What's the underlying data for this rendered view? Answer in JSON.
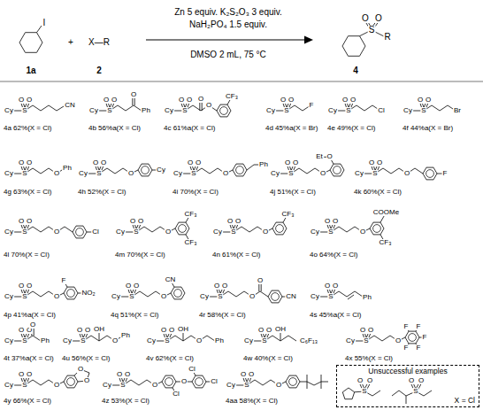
{
  "diagram": {
    "nodes": [
      {
        "text": [
          "Unsuccessful examples",
          "X = Cl"
        ]
      }
    ],
    "labels": [
      "I",
      "1a",
      "+",
      "X—R",
      "2",
      "Zn 5 equiv. K₂S₂O₃ 3 equiv.",
      "NaH₂PO₄ 1.5 equiv.",
      "DMSO 2 mL, 75 °C",
      "S",
      "O",
      "O",
      "R",
      "4",
      "Cy",
      "S",
      "O",
      "O",
      "CN",
      "4a 62%(X = Cl)",
      "Cy",
      "S",
      "O",
      "O",
      "O",
      "Ph",
      "4b 56%a(X = Cl)",
      "Cy",
      "S",
      "O",
      "O",
      "O",
      "O",
      "CF₃",
      "4c 61%a(X = Cl)",
      "Cy",
      "S",
      "O",
      "O",
      "F",
      "4d 45%a(X = Br)",
      "Cy",
      "S",
      "O",
      "O",
      "Cl",
      "4e 49%(X = Cl)",
      "Cy",
      "S",
      "O",
      "O",
      "Br",
      "4f 44%a(X = Br)",
      "Cy",
      "S",
      "O",
      "O",
      "O",
      "Ph",
      "4g 63%(X = Cl)",
      "Cy",
      "S",
      "O",
      "O",
      "O",
      "Cy",
      "4h 52%(X = Cl)",
      "Cy",
      "S",
      "O",
      "O",
      "O",
      "Ph",
      "4i 70%(X = Cl)",
      "Cy",
      "S",
      "O",
      "O",
      "O",
      "Et",
      "O",
      "4j 51%(X = Cl)",
      "Cy",
      "S",
      "O",
      "O",
      "O",
      "F",
      "4k 60%(X = Cl)",
      "Cy",
      "S",
      "O",
      "O",
      "O",
      "Cl",
      "4l 70%(X = Cl)",
      "Cy",
      "S",
      "O",
      "O",
      "O",
      "CF₃",
      "CF₃",
      "4m 70%(X = Cl)",
      "Cy",
      "S",
      "O",
      "O",
      "O",
      "CF₃",
      "4n 61%(X = Cl)",
      "Cy",
      "S",
      "O",
      "O",
      "O",
      "COOMe",
      "CF₃",
      "4o 64%(X = Cl)",
      "Cy",
      "S",
      "O",
      "O",
      "O",
      "F",
      "NO₂",
      "4p 41%a(X = Cl)",
      "Cy",
      "S",
      "O",
      "O",
      "O",
      "CN",
      "4q 51%(X = Cl)",
      "Cy",
      "S",
      "O",
      "O",
      "O",
      "O",
      "CN",
      "4r 58%(X = Cl)",
      "Cy",
      "S",
      "O",
      "O",
      "Ph",
      "4s 45%a(X = Cl)",
      "Cy",
      "S",
      "O",
      "O",
      "O",
      "Ph",
      "4t 37%a(X = Cl)",
      "Cy",
      "S",
      "O",
      "O",
      "OH",
      "O",
      "Ph",
      "4u 56%(X = Cl)",
      "Cy",
      "S",
      "O",
      "O",
      "OH",
      "O",
      "Ph",
      "4v 62%(X = Cl)",
      "Cy",
      "S",
      "O",
      "O",
      "OH",
      "C₆F₁₃",
      "4w 40%(X = Cl)",
      "Cy",
      "S",
      "O",
      "O",
      "O",
      "F",
      "F",
      "F",
      "F",
      "F",
      "4x 55%(X = Cl)",
      "Cy",
      "S",
      "O",
      "O",
      "O",
      "O",
      "O",
      "4y 66%(X = Cl)",
      "Cy",
      "S",
      "O",
      "O",
      "O",
      "Cl",
      "O",
      "Cl",
      "Cl",
      "4z 53%(X = Cl)",
      "Cy",
      "S",
      "O",
      "O",
      "O",
      "4aa 58%(X = Cl)",
      "S",
      "O",
      "O",
      "S",
      "O",
      "O"
    ]
  }
}
